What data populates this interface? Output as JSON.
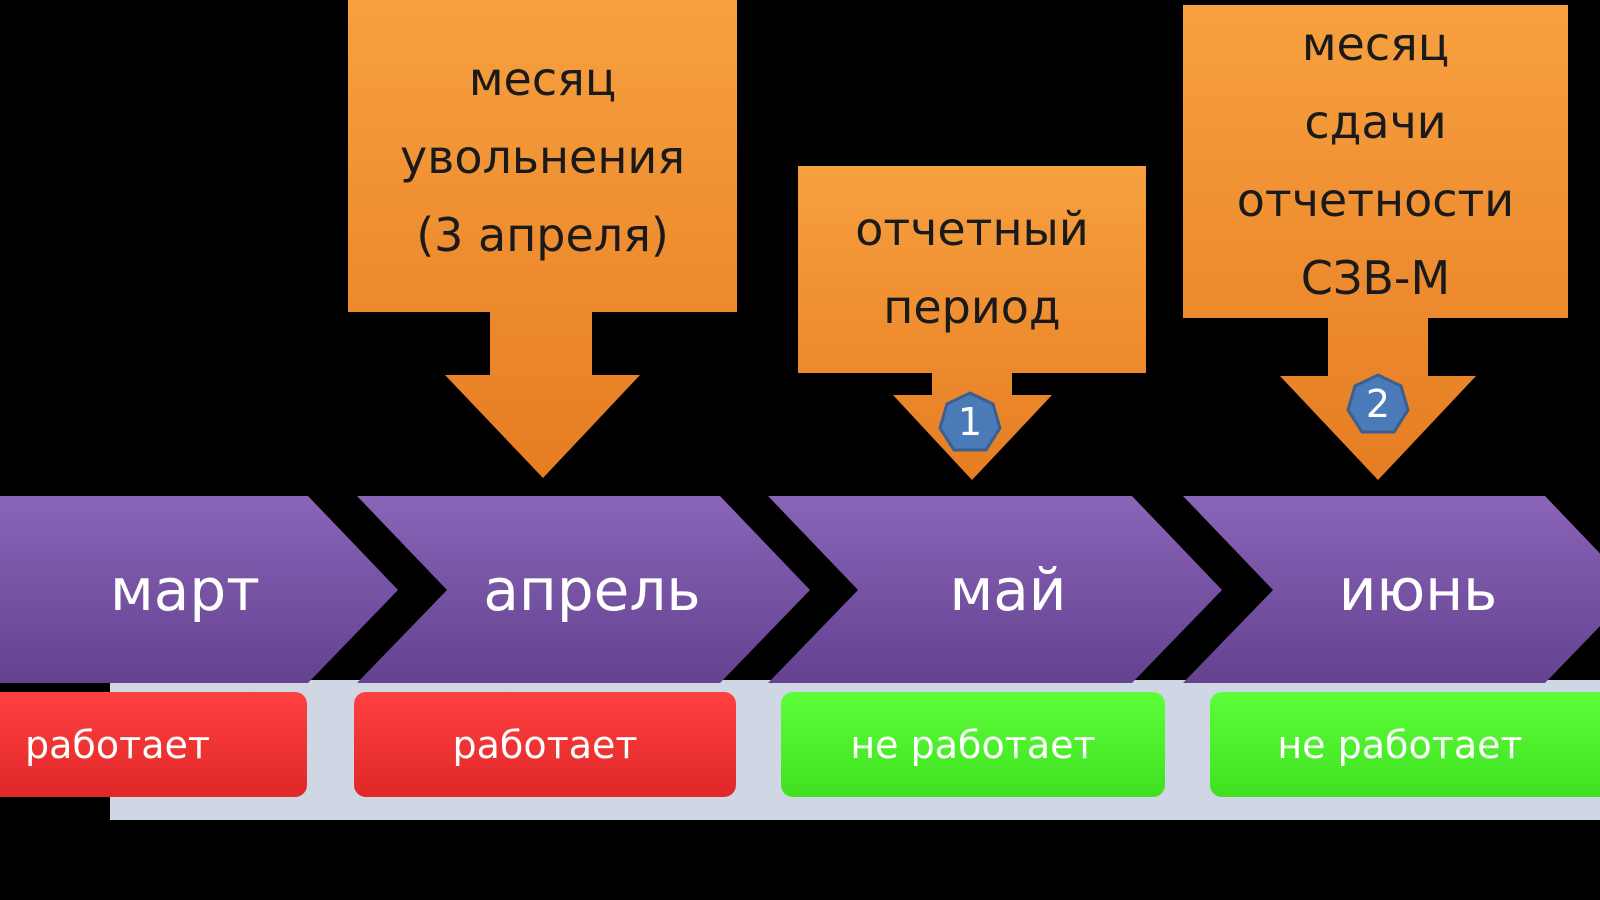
{
  "callouts": [
    {
      "lines": [
        "месяц",
        "увольнения",
        "(3 апреля)"
      ]
    },
    {
      "lines": [
        "отчетный",
        "период"
      ],
      "badge": "1"
    },
    {
      "lines": [
        "месяц",
        "сдачи",
        "отчетности",
        "СЗВ-М"
      ],
      "badge": "2"
    }
  ],
  "months": [
    "март",
    "апрель",
    "май",
    "июнь"
  ],
  "statuses": [
    {
      "label": "работает",
      "color": "#ee3030"
    },
    {
      "label": "работает",
      "color": "#ee3030"
    },
    {
      "label": "не работает",
      "color": "#4cf02a"
    },
    {
      "label": "не работает",
      "color": "#4cf02a"
    }
  ],
  "colors": {
    "orange": "#f08a2a",
    "purple": "#7a55a8",
    "badge": "#4a7ab8",
    "band": "#cfd6e4"
  }
}
